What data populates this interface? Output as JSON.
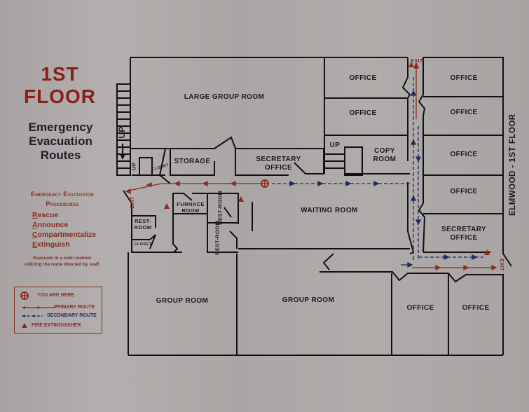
{
  "header": {
    "floor_line1": "1ST",
    "floor_line2": "FLOOR",
    "subtitle_line1": "Emergency",
    "subtitle_line2": "Evacuation",
    "subtitle_line3": "Routes"
  },
  "procedures": {
    "heading_line1": "Emergency Evacuation",
    "heading_line2": "Procedures",
    "steps": [
      {
        "initial": "R",
        "rest": "escue"
      },
      {
        "initial": "A",
        "rest": "nnounce"
      },
      {
        "initial": "C",
        "rest": "ompartmentalize"
      },
      {
        "initial": "E",
        "rest": "xtinguish"
      }
    ],
    "note_line1": "Evacuate in a calm manner",
    "note_line2": "utilizing the route directed by staff."
  },
  "legend": {
    "you_are_here": "YOU ARE HERE",
    "primary_route": "PRIMARY ROUTE",
    "secondary_route": "SECONDARY ROUTE",
    "fire_extinguisher": "FIRE EXTINGUISHER"
  },
  "building_label": "ELMWOOD - 1ST FLOOR",
  "rooms": {
    "large_group_room": "LARGE GROUP ROOM",
    "office_1": "OFFICE",
    "office_2": "OFFICE",
    "office_r1": "OFFICE",
    "office_r2": "OFFICE",
    "office_r3": "OFFICE",
    "office_r4": "OFFICE",
    "secretary_office_right_l1": "SECRETARY",
    "secretary_office_right_l2": "OFFICE",
    "storage": "STORAGE",
    "closet_top": "CLOSET",
    "secretary_office_l1": "SECRETARY",
    "secretary_office_l2": "OFFICE",
    "copy_room_l1": "COPY",
    "copy_room_l2": "ROOM",
    "up_left": "UP",
    "up_left_small": "UP",
    "up_center": "UP",
    "furnace_room_l1": "FURNACE",
    "furnace_room_l2": "ROOM",
    "restroom_1": "REST-ROOM",
    "restroom_2": "REST-ROOM",
    "restroom_left_l1": "REST-",
    "restroom_left_l2": "ROOM",
    "closet_left": "CLOSET",
    "waiting_room": "WAITING ROOM",
    "group_room_left": "GROUP ROOM",
    "group_room_center": "GROUP ROOM",
    "office_bottom_1": "OFFICE",
    "office_bottom_2": "OFFICE"
  },
  "exits": {
    "left": "EXIT",
    "top_right": "EXIT",
    "bottom_right": "EXIT"
  },
  "colors": {
    "primary_route": "#8a2a20",
    "secondary_route": "#1f2a5a",
    "title_red": "#8a1f1a",
    "wall": "#111111",
    "paper": "#aeaaa9"
  }
}
